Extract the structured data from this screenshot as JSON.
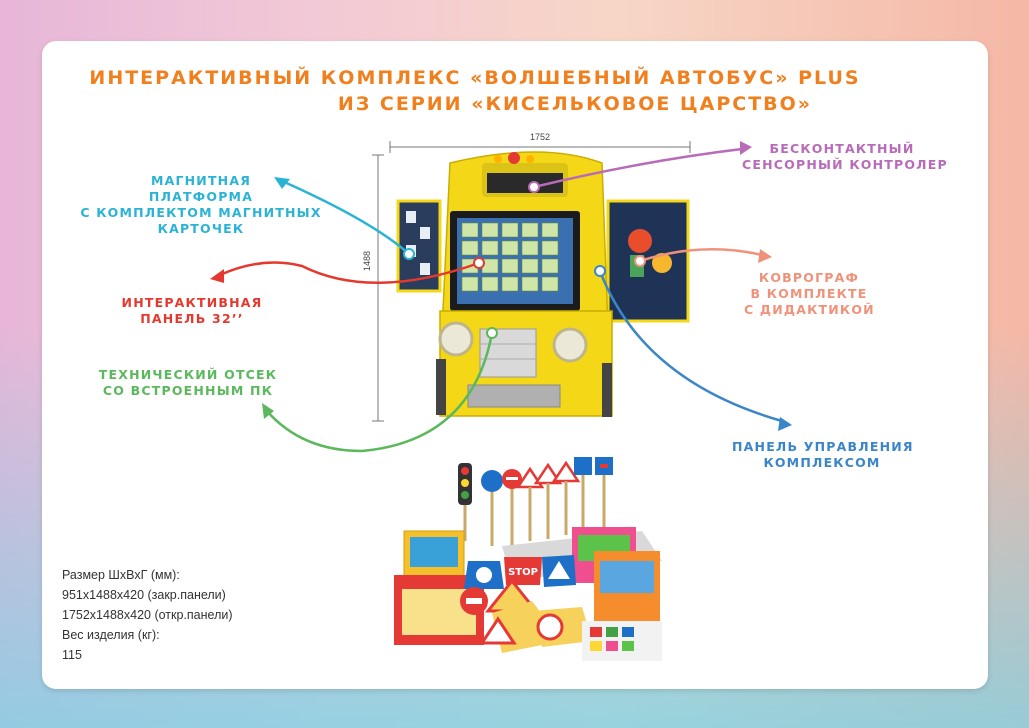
{
  "title": {
    "line1": "ИНТЕРАКТИВНЫЙ КОМПЛЕКС «ВОЛШЕБНЫЙ АВТОБУС» PLUS",
    "line2": "ИЗ СЕРИИ «КИСЕЛЬКОВОЕ ЦАРСТВО»"
  },
  "dimensions": {
    "width": "1752",
    "height": "1488"
  },
  "labels": {
    "magnetic": [
      "МАГНИТНАЯ",
      "ПЛАТФОРМА",
      "С КОМПЛЕКТОМ МАГНИТНЫХ",
      "КАРТОЧЕК"
    ],
    "panel": [
      "ИНТЕРАКТИВНАЯ",
      "ПАНЕЛЬ 32’’"
    ],
    "tech": [
      "ТЕХНИЧЕСКИЙ ОТСЕК",
      "СО ВСТРОЕННЫМ ПК"
    ],
    "sensor": [
      "БЕСКОНТАКТНЫЙ",
      "СЕНСОРНЫЙ КОНТРОЛЕР"
    ],
    "kovrograf": [
      "КОВРОГРАФ",
      "В КОМПЛЕКТЕ",
      "С ДИДАКТИКОЙ"
    ],
    "control": [
      "ПАНЕЛЬ УПРАВЛЕНИЯ",
      "КОМПЛЕКСОМ"
    ]
  },
  "specs": [
    "Размер ШхВхГ (мм):",
    "951х1488х420 (закр.панели)",
    "1752х1488х420 (откр.панели)",
    "Вес изделия (кг):",
    "115"
  ],
  "signs": {
    "stop": "STOP"
  },
  "colors": {
    "title": "#f07f1e",
    "cyan": "#2bb3d6",
    "red": "#e5392f",
    "green": "#5cb85c",
    "purple": "#b86bb8",
    "salmon": "#f0927a",
    "blue": "#3a86c8",
    "bus_yellow": "#f4d817"
  }
}
